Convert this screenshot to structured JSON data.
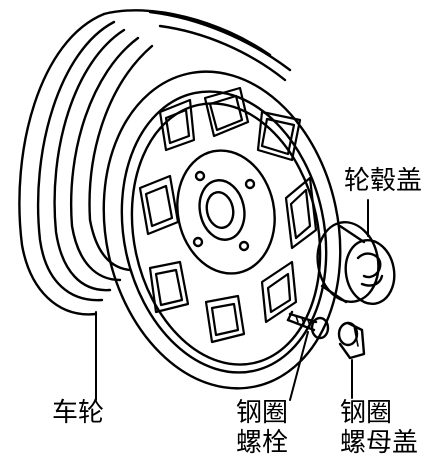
{
  "labels": {
    "wheel": "车轮",
    "hub_cap": "轮毂盖",
    "rim_bolt": [
      "钢圈",
      "螺栓"
    ],
    "rim_nut_cap": [
      "钢圈",
      "螺母盖"
    ]
  },
  "colors": {
    "line": "#000000",
    "background": "#ffffff"
  }
}
